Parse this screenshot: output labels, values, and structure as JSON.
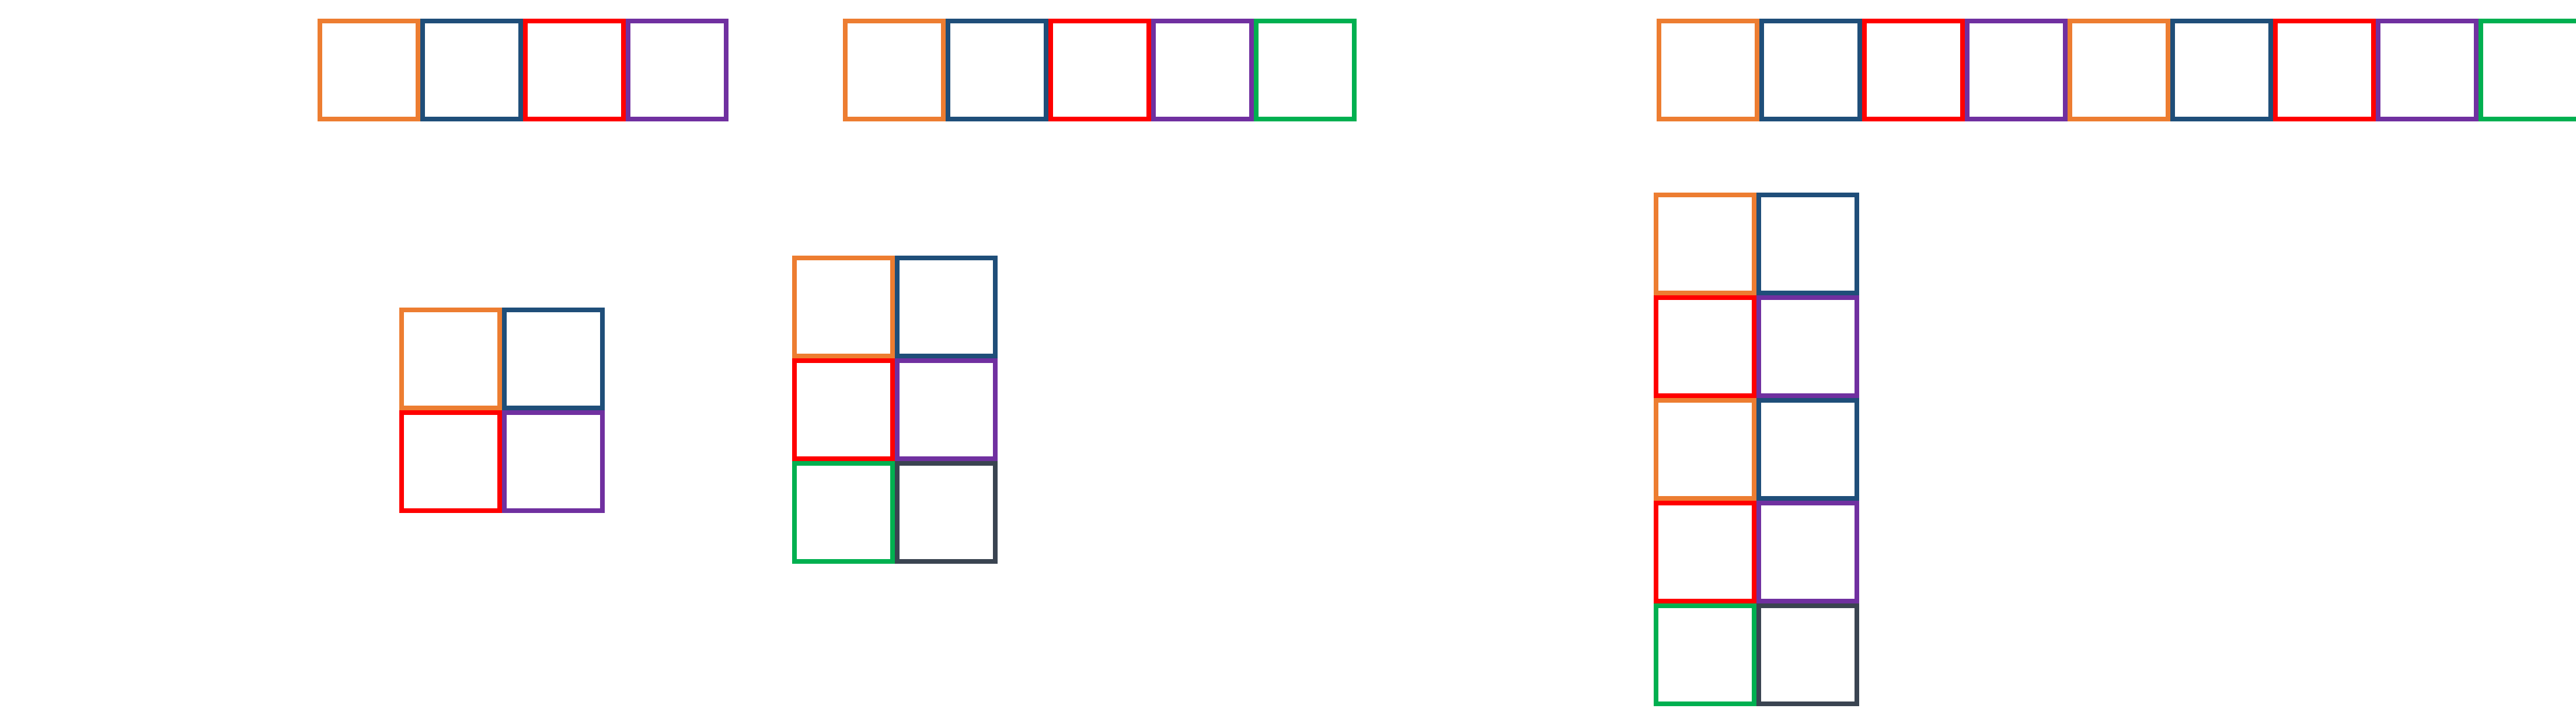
{
  "colors": {
    "orange": "#ED7D31",
    "navy": "#1F4E79",
    "red": "#FF0000",
    "purple": "#7030A0",
    "green": "#00B050",
    "slate": "#3A4451"
  },
  "groups": [
    {
      "id": "row-4",
      "rows": 1,
      "cols": 4,
      "cells": [
        "orange",
        "navy",
        "red",
        "purple"
      ]
    },
    {
      "id": "row-5",
      "rows": 1,
      "cols": 5,
      "cells": [
        "orange",
        "navy",
        "red",
        "purple",
        "green"
      ]
    },
    {
      "id": "row-9",
      "rows": 1,
      "cols": 9,
      "cells": [
        "orange",
        "navy",
        "red",
        "purple",
        "orange",
        "navy",
        "red",
        "purple",
        "green"
      ]
    },
    {
      "id": "block-2x2",
      "rows": 2,
      "cols": 2,
      "cells": [
        "orange",
        "navy",
        "red",
        "purple"
      ]
    },
    {
      "id": "block-3x2",
      "rows": 3,
      "cols": 2,
      "cells": [
        "orange",
        "navy",
        "red",
        "purple",
        "green",
        "slate"
      ]
    },
    {
      "id": "block-5x2",
      "rows": 5,
      "cols": 2,
      "cells": [
        "orange",
        "navy",
        "red",
        "purple",
        "orange",
        "navy",
        "red",
        "purple",
        "green",
        "slate"
      ]
    }
  ]
}
